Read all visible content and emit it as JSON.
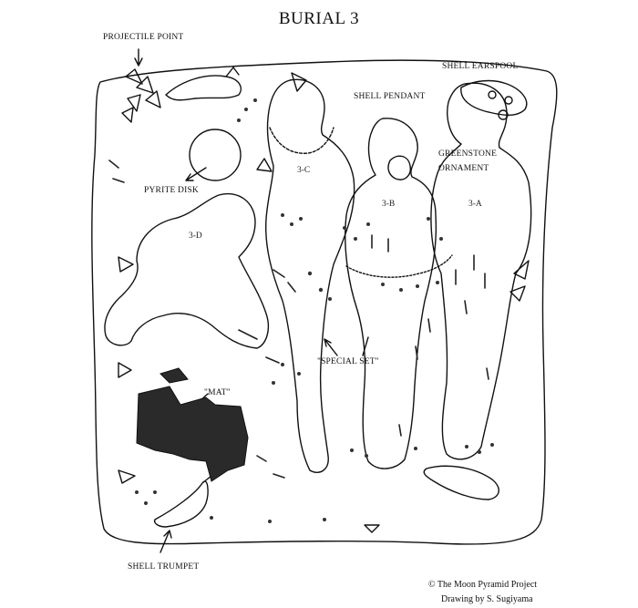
{
  "title": "BURIAL 3",
  "labels": {
    "projectile_point": "PROJECTILE POINT",
    "shell_earspool": "SHELL EARSPOOL",
    "shell_pendant": "SHELL PENDANT",
    "greenstone_line1": "GREENSTONE",
    "greenstone_line2": "ORNAMENT",
    "pyrite_disk": "PYRITE DISK",
    "mat": "\"MAT\"",
    "special_set": "\"SPECIAL SET\"",
    "shell_trumpet": "SHELL TRUMPET"
  },
  "individuals": {
    "a": "3-A",
    "b": "3-B",
    "c": "3-C",
    "d": "3-D"
  },
  "credits": {
    "copyright": "© The Moon Pyramid Project",
    "drawing": "Drawing by S. Sugiyama"
  }
}
